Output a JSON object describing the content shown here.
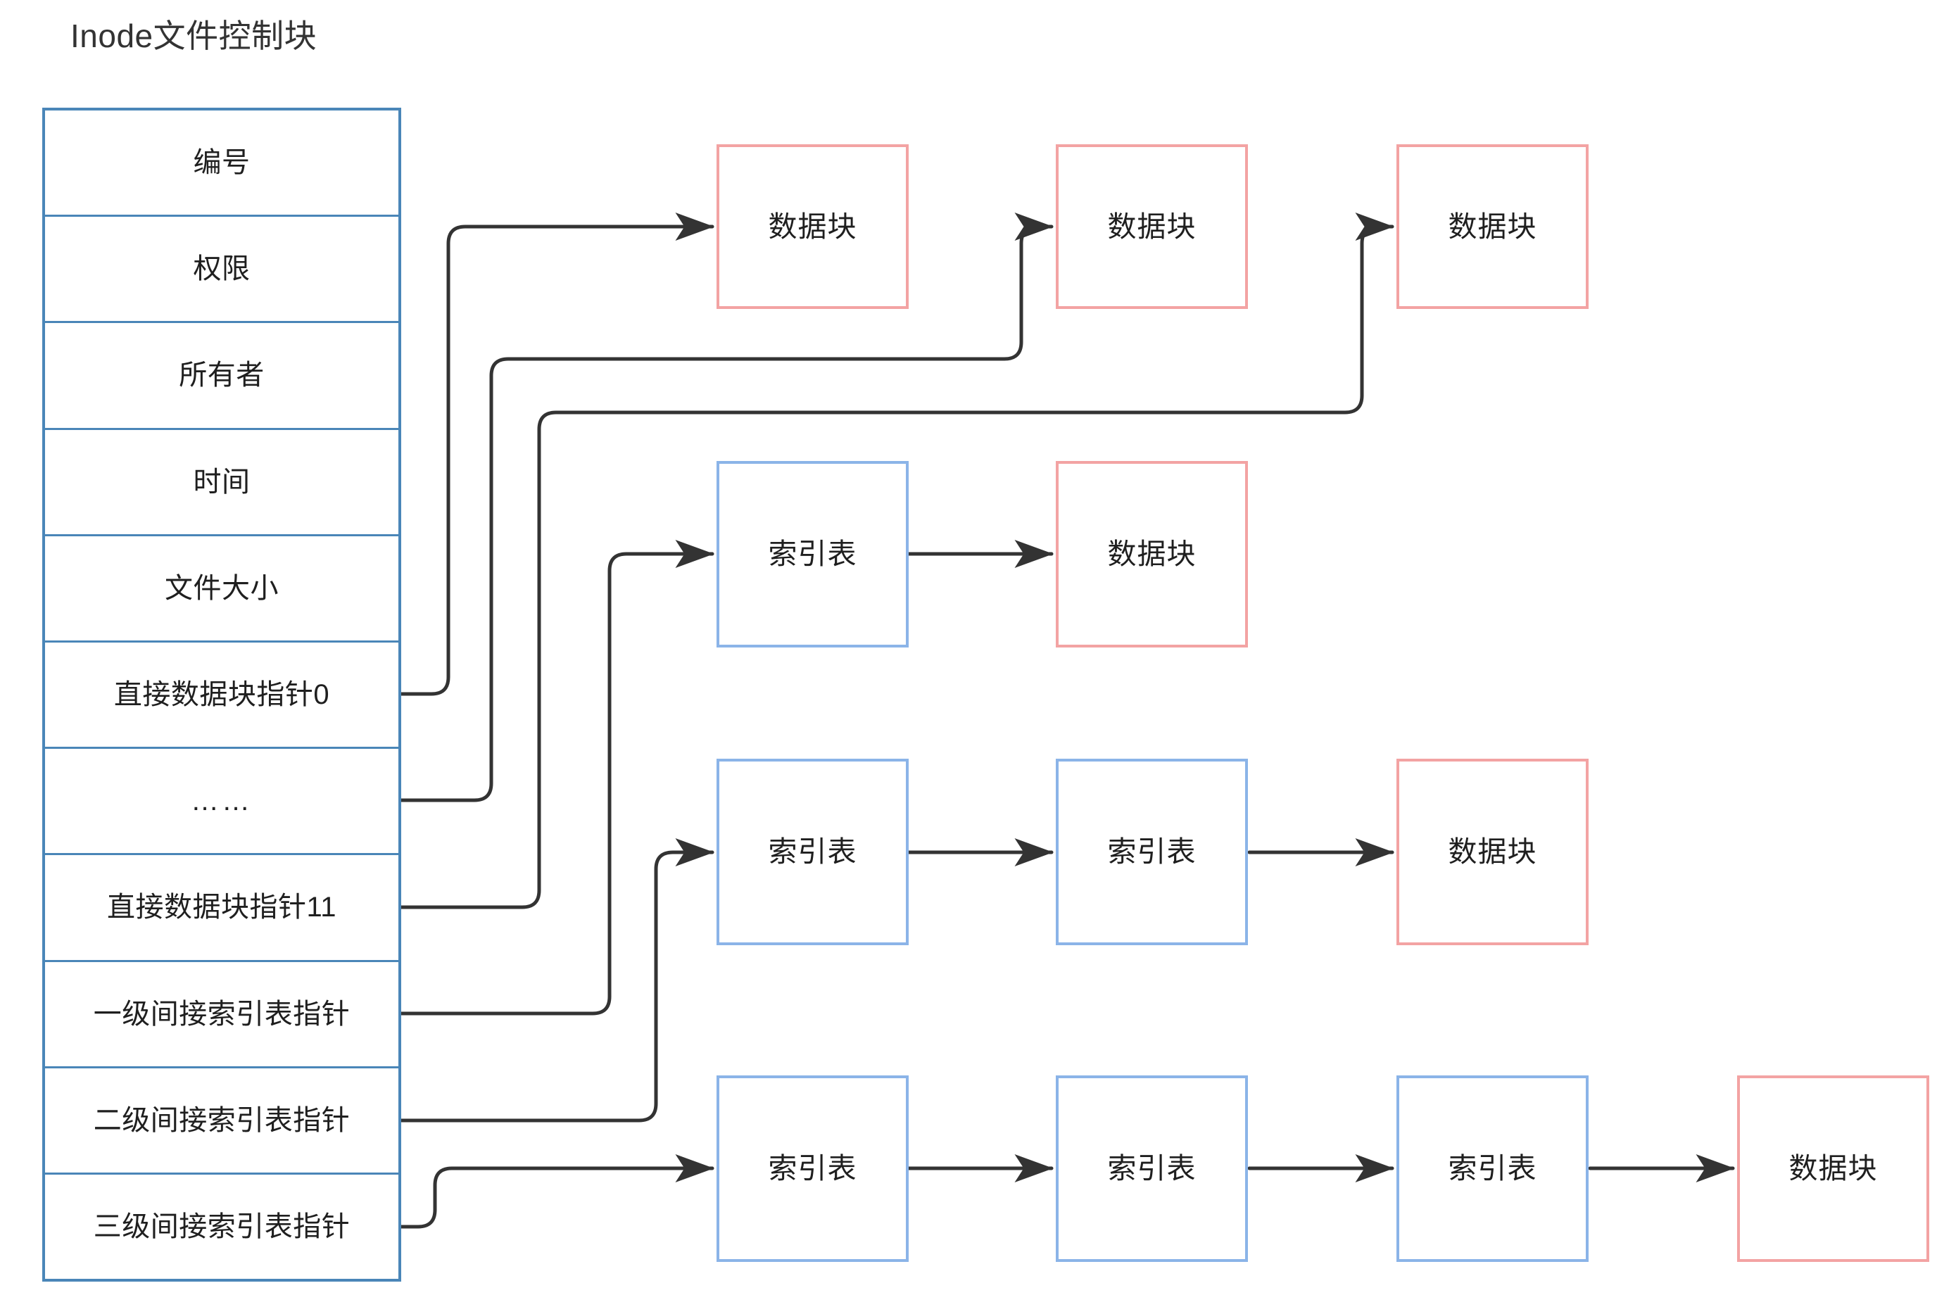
{
  "diagram": {
    "title": "Inode文件控制块",
    "colors": {
      "inode_border": "#4a86b8",
      "data_block_border": "#f3a3a3",
      "index_table_border": "#8bb4e8",
      "connector": "#333333",
      "background": "#ffffff",
      "text": "#1f1f1f"
    }
  },
  "inode_table": {
    "name": "Inode文件控制块",
    "rows": [
      {
        "label": "编号"
      },
      {
        "label": "权限"
      },
      {
        "label": "所有者"
      },
      {
        "label": "时间"
      },
      {
        "label": "文件大小"
      },
      {
        "label": "直接数据块指针0"
      },
      {
        "label": "……"
      },
      {
        "label": "直接数据块指针11"
      },
      {
        "label": "一级间接索引表指针"
      },
      {
        "label": "二级间接索引表指针"
      },
      {
        "label": "三级间接索引表指针"
      }
    ]
  },
  "chains": [
    {
      "source_row": "直接数据块指针0",
      "nodes": [
        {
          "label": "数据块",
          "kind": "data-block"
        }
      ]
    },
    {
      "source_row": "……",
      "nodes": [
        {
          "label": "数据块",
          "kind": "data-block"
        }
      ]
    },
    {
      "source_row": "直接数据块指针11",
      "nodes": [
        {
          "label": "数据块",
          "kind": "data-block"
        }
      ]
    },
    {
      "source_row": "一级间接索引表指针",
      "nodes": [
        {
          "label": "索引表",
          "kind": "index-table"
        },
        {
          "label": "数据块",
          "kind": "data-block"
        }
      ]
    },
    {
      "source_row": "二级间接索引表指针",
      "nodes": [
        {
          "label": "索引表",
          "kind": "index-table"
        },
        {
          "label": "索引表",
          "kind": "index-table"
        },
        {
          "label": "数据块",
          "kind": "data-block"
        }
      ]
    },
    {
      "source_row": "三级间接索引表指针",
      "nodes": [
        {
          "label": "索引表",
          "kind": "index-table"
        },
        {
          "label": "索引表",
          "kind": "index-table"
        },
        {
          "label": "索引表",
          "kind": "index-table"
        },
        {
          "label": "数据块",
          "kind": "data-block"
        }
      ]
    }
  ],
  "nodes": {
    "r1c1": {
      "label": "数据块"
    },
    "r1c2": {
      "label": "数据块"
    },
    "r1c3": {
      "label": "数据块"
    },
    "r2c1": {
      "label": "索引表"
    },
    "r2c2": {
      "label": "数据块"
    },
    "r3c1": {
      "label": "索引表"
    },
    "r3c2": {
      "label": "索引表"
    },
    "r3c3": {
      "label": "数据块"
    },
    "r4c1": {
      "label": "索引表"
    },
    "r4c2": {
      "label": "索引表"
    },
    "r4c3": {
      "label": "索引表"
    },
    "r4c4": {
      "label": "数据块"
    }
  }
}
